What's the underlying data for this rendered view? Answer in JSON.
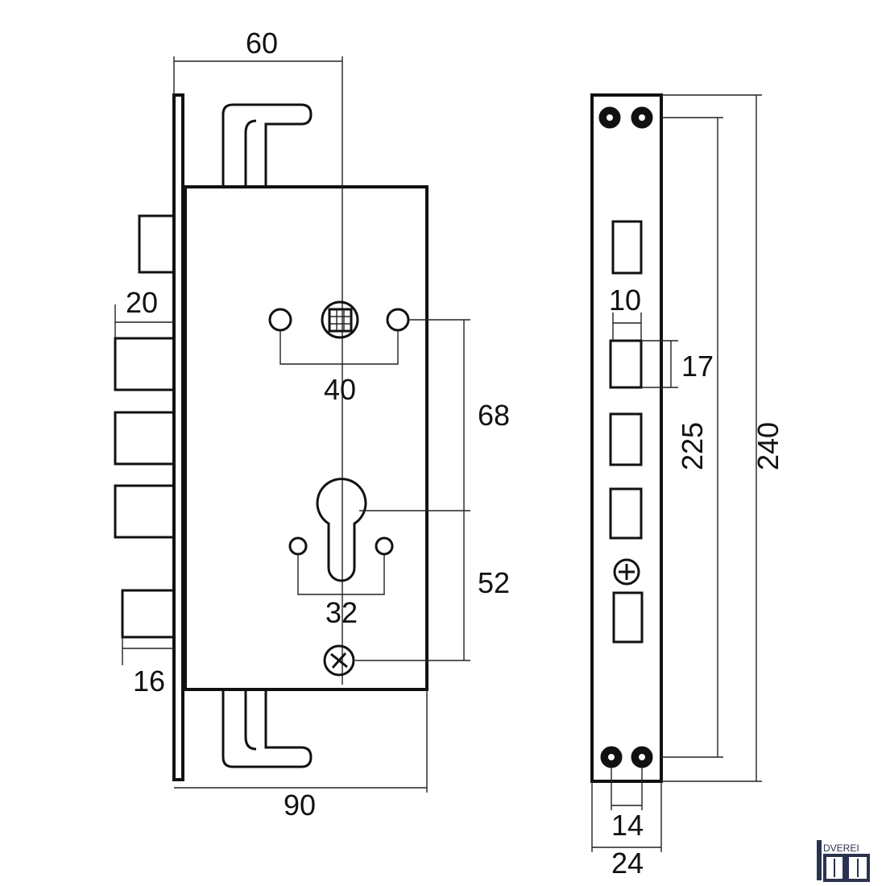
{
  "dimensions": {
    "width_top": "60",
    "width_bottom": "90",
    "bolt_height": "20",
    "latch_height": "16",
    "handle_holes_spacing": "40",
    "cylinder_holes_spacing": "32",
    "spindle_to_cylinder": "68",
    "cylinder_to_lower": "52",
    "faceplate_slot": "10",
    "faceplate_bolt": "17",
    "screw_span": "225",
    "faceplate_length": "240",
    "screw_spacing": "14",
    "faceplate_width": "24"
  },
  "logo": {
    "text": "DVEREI"
  }
}
